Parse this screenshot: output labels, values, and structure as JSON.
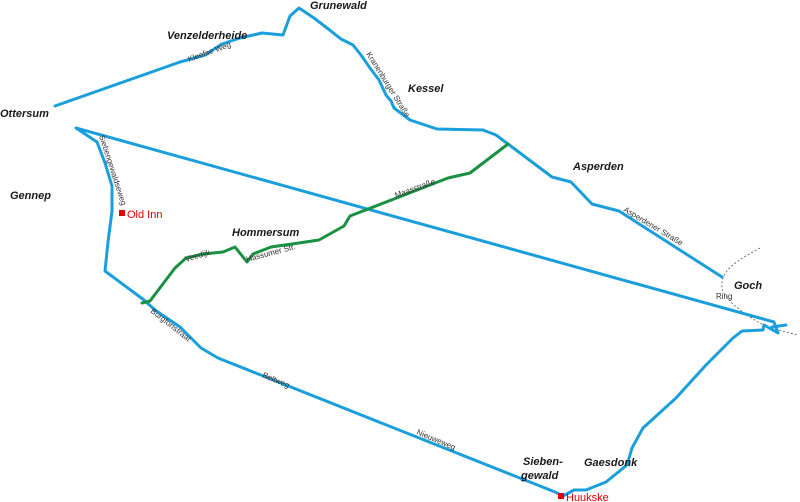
{
  "map": {
    "colors": {
      "route_main": "#1a9fdc",
      "route_alt": "#1a9142",
      "poi": "#e00000",
      "ring": "#555555"
    },
    "towns": {
      "grunewald": "Grunewald",
      "venzelderheide": "Venzelderheide",
      "ottersum": "Ottersum",
      "kessel": "Kessel",
      "gennep": "Gennep",
      "asperden": "Asperden",
      "hommersum": "Hommersum",
      "goch": "Goch",
      "siebengewald_line1": "Sieben-",
      "siebengewald_line2": "gewald",
      "gaesdonk": "Gaesdonk"
    },
    "streets": {
      "kleefse_weg": "Kleefse Weg",
      "kranenburger_strasse": "Kranenburger Straße",
      "siebengewaldseweg": "Siebengewaldseweg",
      "maasstrasse": "Maasstraße",
      "veedijk": "Veedijk",
      "hassumer_str": "Hassumer Str.",
      "asperdener_strasse": "Asperdener Straße",
      "ring": "Ring",
      "burgfortstraat": "Burgfortstraat",
      "beltweg": "Beltweg",
      "nieuweweg": "Nieuweweg"
    },
    "pois": {
      "old_inn": "Old Inn",
      "huukske": "Huukske"
    }
  }
}
